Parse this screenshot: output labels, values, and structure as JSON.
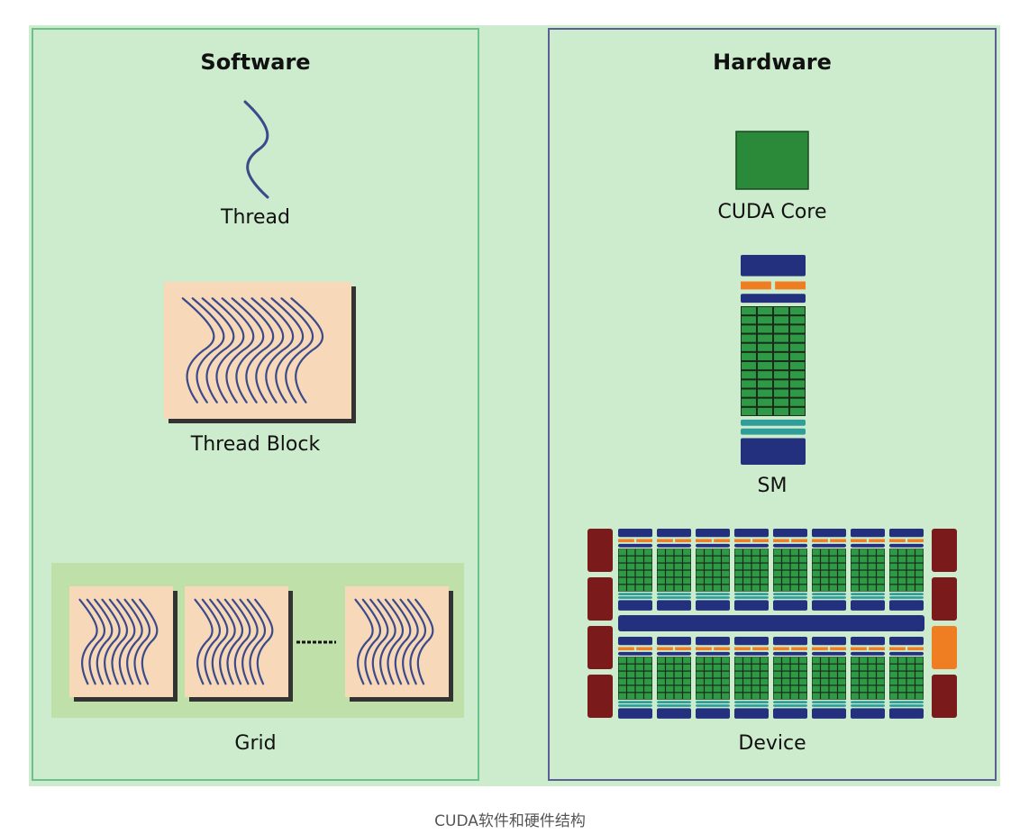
{
  "software": {
    "title": "Software",
    "thread_label": "Thread",
    "block_label": "Thread Block",
    "grid_label": "Grid"
  },
  "hardware": {
    "title": "Hardware",
    "core_label": "CUDA Core",
    "sm_label": "SM",
    "device_label": "Device"
  },
  "caption": "CUDA软件和硬件结构",
  "colors": {
    "background": "#cdeccd",
    "software_border": "#6cc08a",
    "hardware_border": "#5c5f95",
    "thread_block_fill": "#f7d8b8",
    "thread_line": "#3a4a8a",
    "grid_bg": "#bfe0a8",
    "cuda_core": "#2a8a3a",
    "sm_bar": "#23307e",
    "sm_orange": "#ef7d22",
    "sm_teal": "#2f9e9a",
    "device_red": "#7a1a1a"
  }
}
